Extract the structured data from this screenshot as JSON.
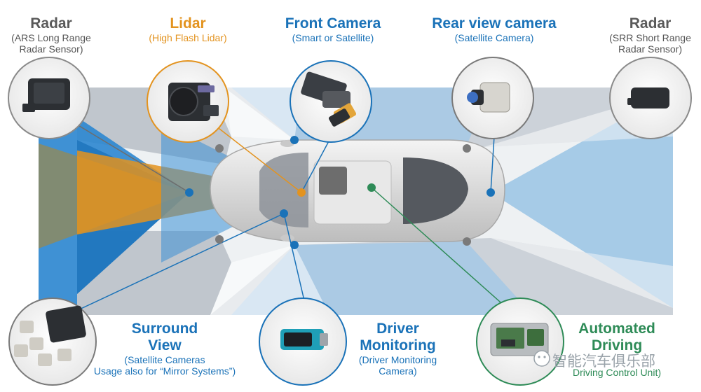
{
  "labels": {
    "radar_left": {
      "title": "Radar",
      "sub": "(ARS Long Range\nRadar Sensor)"
    },
    "lidar": {
      "title": "Lidar",
      "sub": "(High Flash Lidar)"
    },
    "front_camera": {
      "title": "Front Camera",
      "sub": "(Smart or Satellite)"
    },
    "rear_camera": {
      "title": "Rear view camera",
      "sub": "(Satellite Camera)"
    },
    "radar_right": {
      "title": "Radar",
      "sub": "(SRR Short Range\nRadar Sensor)"
    },
    "surround": {
      "title": "Surround\nView",
      "sub": "(Satellite Cameras\nUsage also for “Mirror Systems”)"
    },
    "driver_monitoring": {
      "title": "Driver\nMonitoring",
      "sub": "(Driver Monitoring\nCamera)"
    },
    "automated": {
      "title": "Automated\nDriving",
      "sub": "Driving Control Unit)"
    }
  },
  "watermark": "智能汽车俱乐部",
  "colors": {
    "blue": "#1a72b8",
    "orange": "#e3931f",
    "gray": "#5a5a5a",
    "green": "#2e8b57"
  },
  "icons": [
    "radar-sensor-icon",
    "lidar-sensor-icon",
    "front-camera-icon",
    "rear-camera-icon",
    "short-range-radar-icon",
    "surround-cameras-icon",
    "driver-monitoring-camera-icon",
    "control-unit-icon",
    "wechat-icon"
  ]
}
